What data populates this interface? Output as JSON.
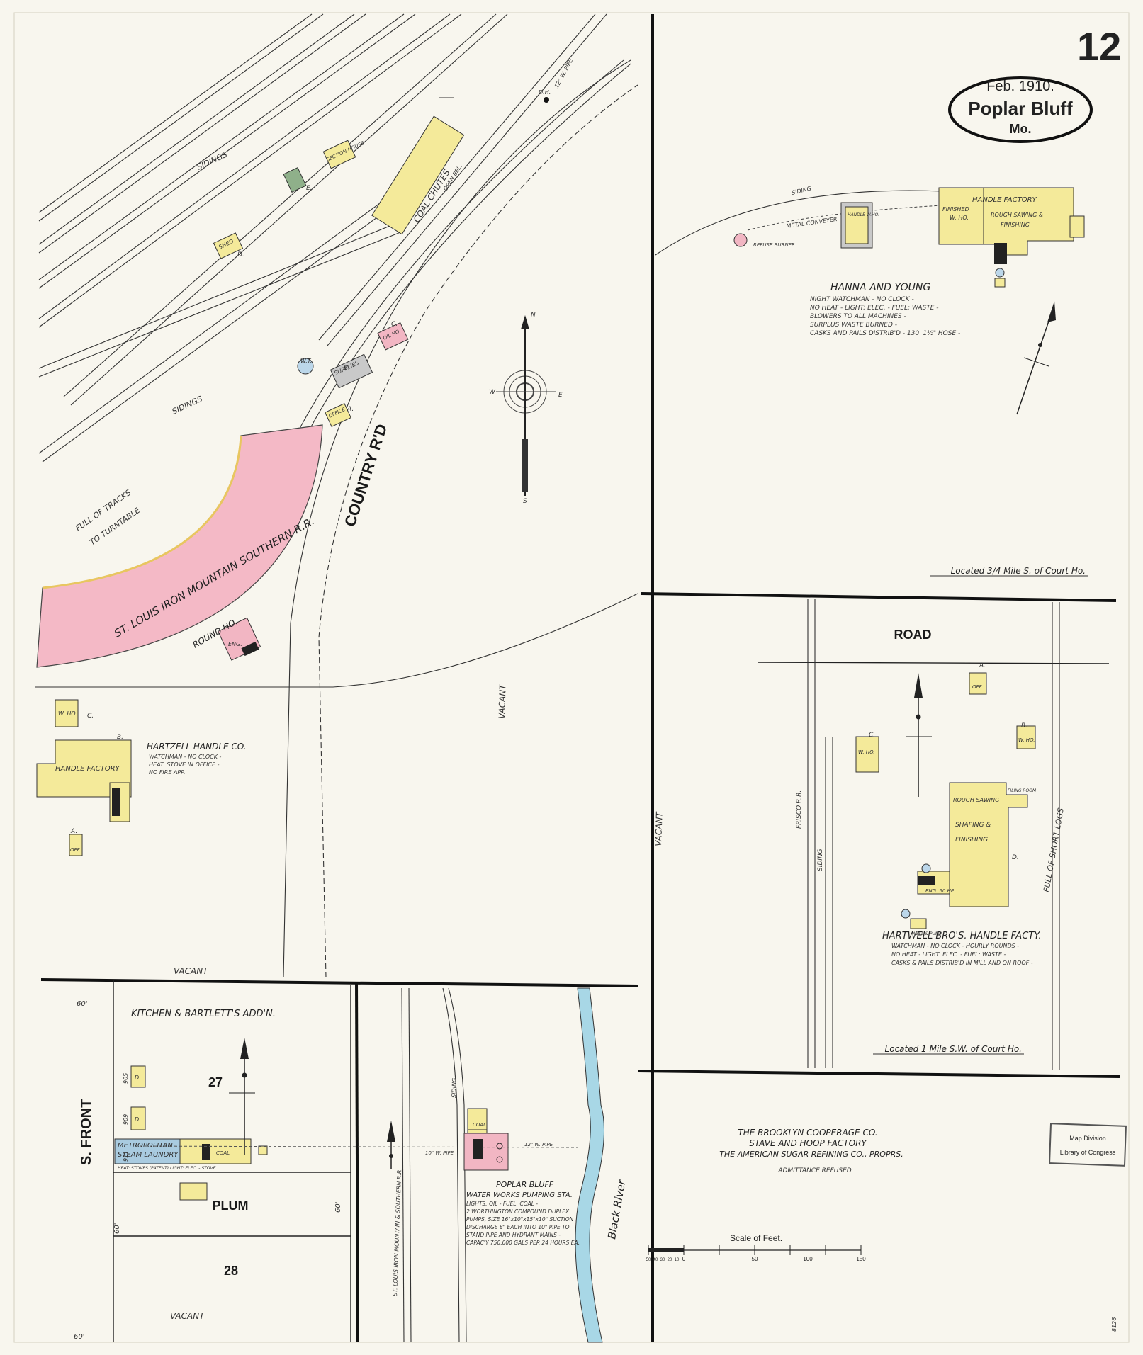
{
  "sheet": {
    "page_number": "12",
    "date": "Feb. 1910.",
    "city": "Poplar Bluff",
    "state": "Mo."
  },
  "colors": {
    "paper": "#f8f6ee",
    "frame_brick": "#f4ea9a",
    "brick": "#f2b6c3",
    "stone": "#a9cbe0",
    "special": "#8fb08a",
    "water": "#a8d7e6"
  },
  "streets": {
    "country_road": "COUNTRY R'D",
    "road": "ROAD",
    "s_front": "S. FRONT",
    "plum": "PLUM"
  },
  "blocks": {
    "b27": "27",
    "b28": "28"
  },
  "railroad": {
    "sidings_1": "SIDINGS",
    "sidings_2": "SIDINGS",
    "full_tracks": "FULL OF TRACKS",
    "to_turntable": "TO TURNTABLE",
    "roundhouse_name": "ST. LOUIS IRON MOUNTAIN SOUTHERN R.R.",
    "roundhouse_sub": "ROUND HO.",
    "eng": "ENG.",
    "coal_chutes": "COAL CHUTES",
    "open_sub": "OPEN BEL.",
    "section_house": "SECTION HOUSE",
    "shed": "SHED",
    "supplies": "SUPPLIES",
    "office": "OFFICE",
    "oil_ho": "OIL HO.",
    "wt": "W.T.",
    "dh": "D.H.",
    "pipe": "12\" W. PIPE",
    "lbl_a": "A.",
    "lbl_b": "B.",
    "lbl_c": "C.",
    "lbl_d": "D.",
    "lbl_e": "E."
  },
  "vacant": {
    "v1": "VACANT",
    "v2": "VACANT",
    "v3": "VACANT",
    "v4": "VACANT"
  },
  "hanna": {
    "title": "HANNA AND YOUNG",
    "notes": [
      "NIGHT WATCHMAN - NO CLOCK -",
      "NO HEAT - LIGHT: ELEC. - FUEL: WASTE -",
      "BLOWERS TO ALL MACHINES -",
      "SURPLUS WASTE BURNED -",
      "CASKS AND PAILS DISTRIB'D - 130' 1½\" HOSE -"
    ],
    "handle_factory": "HANDLE FACTORY",
    "finished": "FINISHED",
    "wh": "W. HO.",
    "rough": "ROUGH SAWING &",
    "finishing": "FINISHING",
    "handle_wh": "HANDLE W.HO.",
    "conveyer": "METAL CONVEYER",
    "siding": "SIDING",
    "refuse": "REFUSE BURNER",
    "location": "Located 3/4 Mile S. of Court Ho."
  },
  "hartzell": {
    "title": "HARTZELL HANDLE CO.",
    "notes": [
      "WATCHMAN - NO CLOCK -",
      "HEAT: STOVE IN OFFICE -",
      "NO FIRE APP."
    ],
    "handle_factory": "HANDLE FACTORY",
    "wh": "W. HO.",
    "off": "OFF.",
    "lbl_a": "A.",
    "lbl_b": "B.",
    "lbl_c": "C."
  },
  "hartwell": {
    "title": "HARTWELL BRO'S. HANDLE FACTY.",
    "notes": [
      "WATCHMAN - NO CLOCK - HOURLY ROUNDS -",
      "NO HEAT - LIGHT: ELEC. - FUEL: WASTE -",
      "CASKS & PAILS DISTRIB'D IN MILL AND ON ROOF -"
    ],
    "rough": "ROUGH SAWING",
    "shaping": "SHAPING &",
    "finishing": "FINISHING",
    "filing": "FILING ROOM",
    "wh": "W. HO.",
    "off": "OFF.",
    "eng": "ENG. 60 HP",
    "well": "WELL & PUMP",
    "frisco": "FRISCO R.R.",
    "siding": "SIDING",
    "full_logs": "FULL OF SHORT LOGS",
    "lbl_a": "A.",
    "lbl_b": "B.",
    "lbl_c": "C.",
    "lbl_d": "D.",
    "location": "Located 1 Mile S.W. of Court Ho."
  },
  "kitchen": {
    "title": "KITCHEN & BARTLETT'S ADD'N.",
    "laundry_1": "METROPOLITAN",
    "laundry_2": "STEAM LAUNDRY",
    "laundry_notes": "HEAT: STOVES (PATENT) LIGHT: ELEC. - STOVE",
    "d": "D.",
    "coal": "COAL",
    "n60a": "60'",
    "n60b": "60'",
    "n60c": "60'",
    "n60d": "60'",
    "n905": "905",
    "n909": "909",
    "n911": "911"
  },
  "waterworks": {
    "railroad": "ST. LOUIS IRON MOUNTAIN & SOUTHERN R.R.",
    "siding": "SIDING",
    "title_1": "POPLAR BLUFF",
    "title_2": "WATER WORKS PUMPING STA.",
    "notes": [
      "LIGHTS: OIL - FUEL: COAL -",
      "2 WORTHINGTON COMPOUND DUPLEX",
      "PUMPS, SIZE 16\"x10\"x15\"x10\" SUCTION",
      "DISCHARGE 8\" EACH INTO 10\" PIPE TO",
      "STAND PIPE AND HYDRANT MAINS -",
      "CAPAC'Y 750,000 GALS PER 24 HOURS EA."
    ],
    "pipe_a": "12\" W. PIPE",
    "pipe_b": "10\" W. PIPE",
    "coal": "COAL",
    "river": "Black River"
  },
  "cooperage": {
    "line1": "THE BROOKLYN COOPERAGE CO.",
    "line2": "STAVE AND HOOP FACTORY",
    "line3": "THE AMERICAN SUGAR REFINING CO., PROPRS.",
    "line4": "ADMITTANCE REFUSED"
  },
  "scale": {
    "title": "Scale of Feet.",
    "ticks": [
      "50",
      "40",
      "30",
      "20",
      "10",
      "0",
      "50",
      "100",
      "150"
    ]
  },
  "compass": {
    "n": "N",
    "s": "S",
    "e": "E",
    "w": "W"
  },
  "stamp": {
    "line1": "Map Division",
    "line2": "Library of Congress"
  },
  "corner_mark": "8126"
}
